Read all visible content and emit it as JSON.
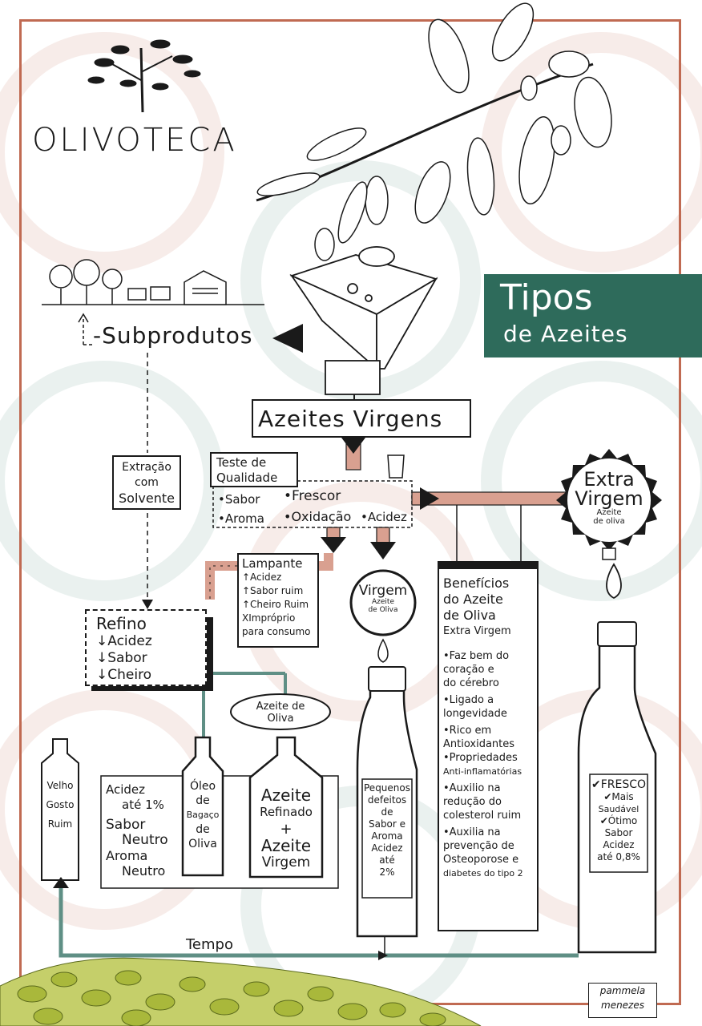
{
  "brand": {
    "logo_text": "OLIVOTECA",
    "signature_line1": "pammela",
    "signature_line2": "menezes"
  },
  "title_panel": {
    "line1": "Tipos",
    "line2": "de Azeites"
  },
  "subprodutos": "-Subprodutos",
  "azeites_virgens": "Azeites Virgens",
  "extracao": [
    "Extração",
    "com",
    "Solvente"
  ],
  "teste": {
    "title": [
      "Teste de",
      "Qualidade"
    ],
    "items": [
      "•Sabor",
      "•Frescor",
      "•Aroma",
      "•Oxidação",
      "•Acidez"
    ]
  },
  "lampante": {
    "title": "Lampante",
    "items": [
      "↑Acidez",
      "↑Sabor ruim",
      "↑Cheiro Ruim",
      "XImpróprio",
      "para consumo"
    ]
  },
  "refino": {
    "title": "Refino",
    "items": [
      "↓Acidez",
      "↓Sabor",
      "↓Cheiro"
    ]
  },
  "virgem_badge": {
    "title": "Virgem",
    "sub": [
      "Azeite",
      "de Oliva"
    ]
  },
  "extra_badge": {
    "title": [
      "Extra",
      "Virgem"
    ],
    "sub": [
      "Azeite",
      "de oliva"
    ]
  },
  "beneficios": {
    "title": [
      "Benefícios",
      "do Azeite",
      "de Oliva",
      "Extra Virgem"
    ],
    "items": [
      [
        "•Faz bem do",
        "coração e",
        "do cérebro"
      ],
      [
        "•Ligado a",
        "longevidade"
      ],
      [
        "•Rico em",
        "Antioxidantes"
      ],
      [
        "•Propriedades",
        "Anti-inflamatórias"
      ],
      [
        "•Auxilio na",
        "redução do",
        "colesterol ruim"
      ],
      [
        "•Auxilia na",
        "prevenção de",
        "Osteoporose e",
        "diabetes do tipo 2"
      ]
    ]
  },
  "azeite_de_oliva_label": [
    "Azeite de",
    "Oliva"
  ],
  "velho": [
    "Velho",
    "Gosto",
    "Ruim"
  ],
  "neutro": [
    "Acidez",
    "até 1%",
    "Sabor",
    "Neutro",
    "Aroma",
    "Neutro"
  ],
  "bagaco": [
    "Óleo",
    "de",
    "Bagaço",
    "de",
    "Oliva"
  ],
  "refinado": [
    "Azeite",
    "Refinado",
    "+",
    "Azeite",
    "Virgem"
  ],
  "virgem_bottle": [
    "Pequenos",
    "defeitos",
    "de",
    "Sabor e",
    "Aroma",
    "Acidez",
    "até",
    "2%"
  ],
  "extra_bottle": [
    "✔FRESCO",
    "✔Mais",
    "Saudável",
    "✔Ótimo",
    "Sabor",
    "Acidez",
    "até 0,8%"
  ],
  "tempo": "Tempo",
  "colors": {
    "frame": "#c06a52",
    "panel": "#2e6b5b",
    "arrow": "#d9a090",
    "teal": "#5f8f85"
  }
}
